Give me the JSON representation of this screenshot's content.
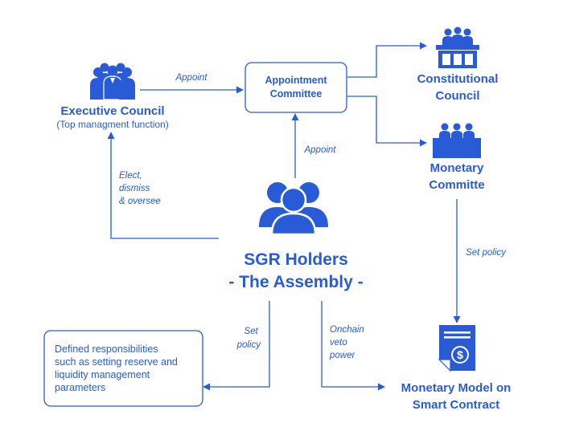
{
  "colors": {
    "primary": "#2a5bd7",
    "background": "#ffffff"
  },
  "nodes": {
    "executive_council": {
      "title": "Executive Council",
      "subtitle": "(Top managment function)",
      "icon": "group-of-people-icon"
    },
    "appointment_committee": {
      "line1": "Appointment",
      "line2": "Committee"
    },
    "constitutional_council": {
      "line1": "Constitutional",
      "line2": "Council",
      "icon": "council-bench-icon"
    },
    "monetary_committe": {
      "line1": "Monetary",
      "line2": "Committe",
      "icon": "committee-desk-icon"
    },
    "sgr_holders": {
      "line1": "SGR Holders",
      "line2": "- The Assembly -",
      "icon": "people-group-icon"
    },
    "responsibilities": {
      "lines": [
        "Defined responsibilities",
        "such as setting reserve and",
        "liquidity management",
        "parameters"
      ]
    },
    "monetary_model": {
      "line1": "Monetary Model on",
      "line2": "Smart Contract",
      "icon": "smart-contract-document-icon"
    }
  },
  "edges": {
    "appoint_top": "Appoint",
    "appoint_mid": "Appoint",
    "elect": [
      "Elect,",
      "dismiss",
      "& oversee"
    ],
    "set_policy_right": "Set policy",
    "set_policy_left": [
      "Set",
      "policy"
    ],
    "onchain_veto": [
      "Onchain",
      "veto",
      "power"
    ]
  }
}
